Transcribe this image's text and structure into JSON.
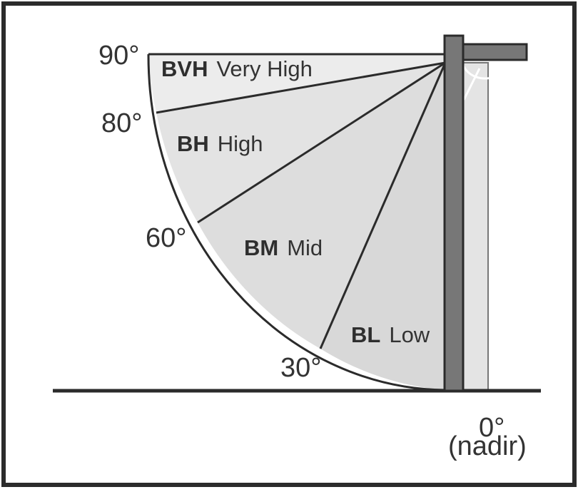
{
  "angles": {
    "deg90": "90°",
    "deg80": "80°",
    "deg60": "60°",
    "deg30": "30°",
    "deg0": "0°",
    "nadir": "(nadir)"
  },
  "zones": {
    "very_high": {
      "code": "BVH",
      "name": "Very High",
      "fill": "#ececec"
    },
    "high": {
      "code": "BH",
      "name": "High",
      "fill": "#e3e3e3"
    },
    "mid": {
      "code": "BM",
      "name": "Mid",
      "fill": "#dddddd"
    },
    "low": {
      "code": "BL",
      "name": "Low",
      "fill": "#d8d8d8"
    }
  },
  "colors": {
    "frame": "#2b2b2b",
    "pole": "#777777",
    "outline": "#2b2b2b",
    "light_column": "#e4e4e4"
  }
}
